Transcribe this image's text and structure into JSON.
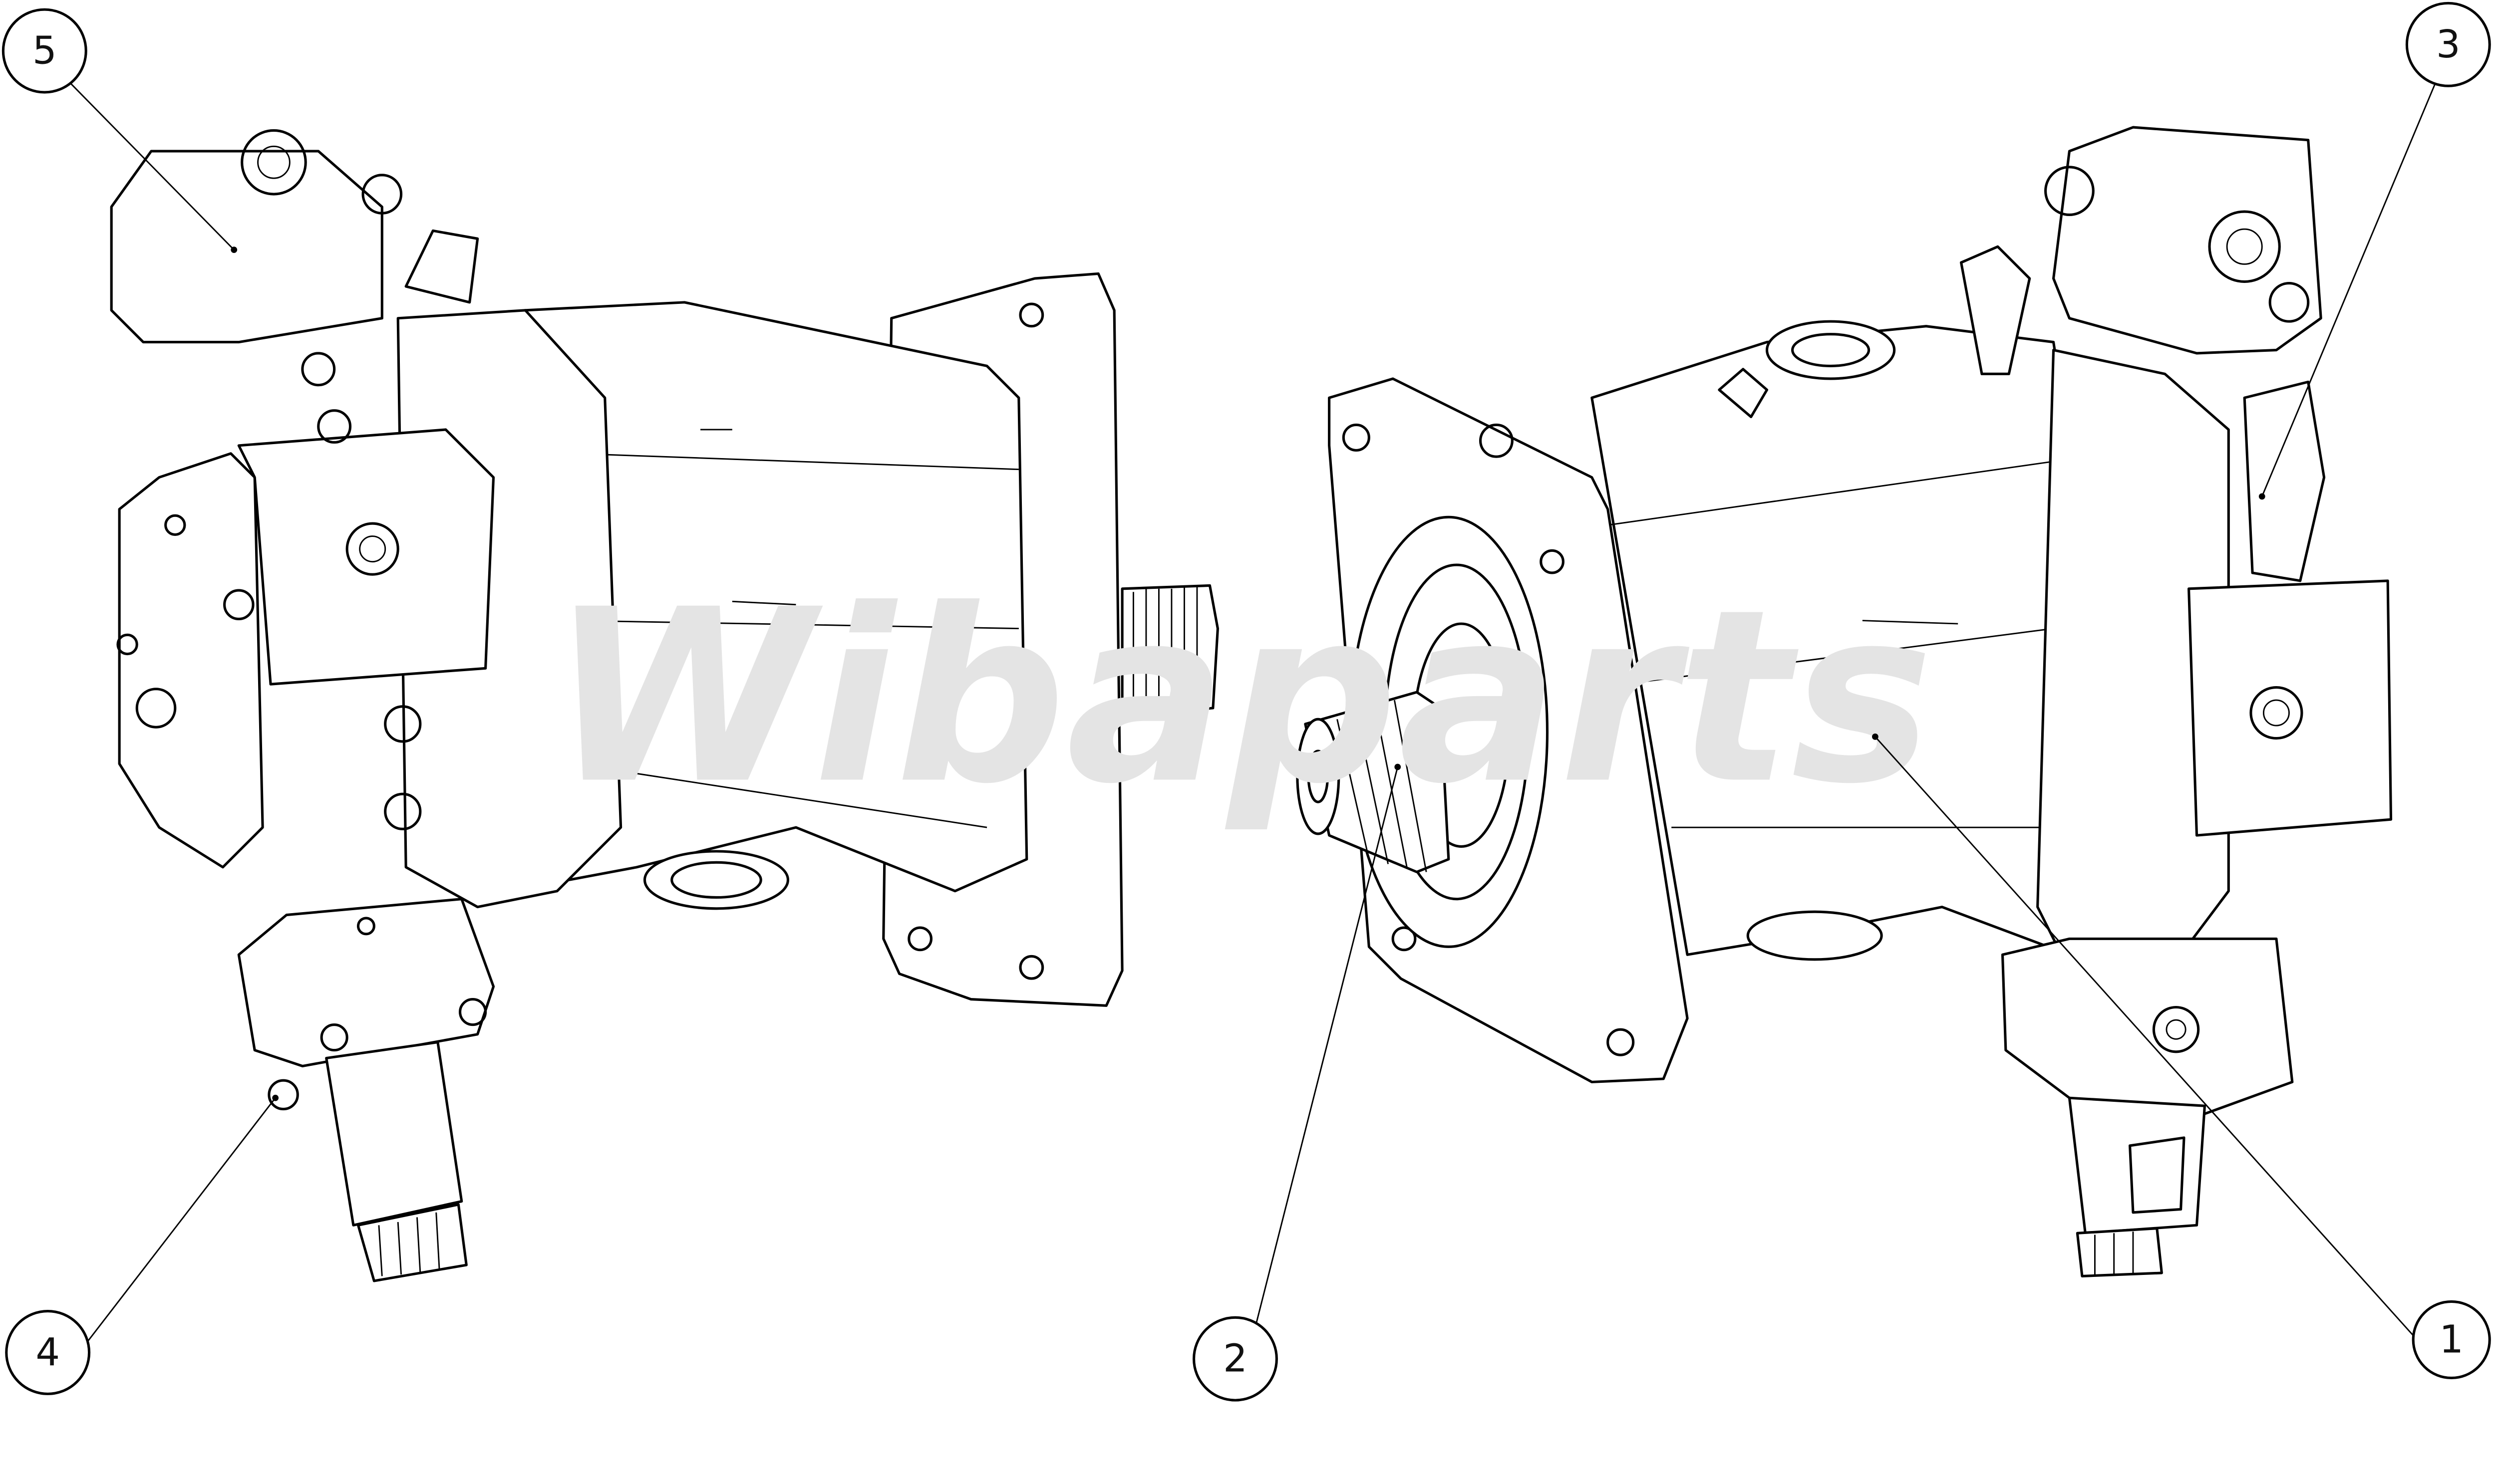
{
  "drawing": {
    "watermark": "Wibaparts",
    "callouts": [
      {
        "label": "1",
        "part": "housing-right"
      },
      {
        "label": "2",
        "part": "output-shaft"
      },
      {
        "label": "3",
        "part": "control-valve-right"
      },
      {
        "label": "4",
        "part": "solenoid-left"
      },
      {
        "label": "5",
        "part": "control-valve-left"
      }
    ]
  }
}
